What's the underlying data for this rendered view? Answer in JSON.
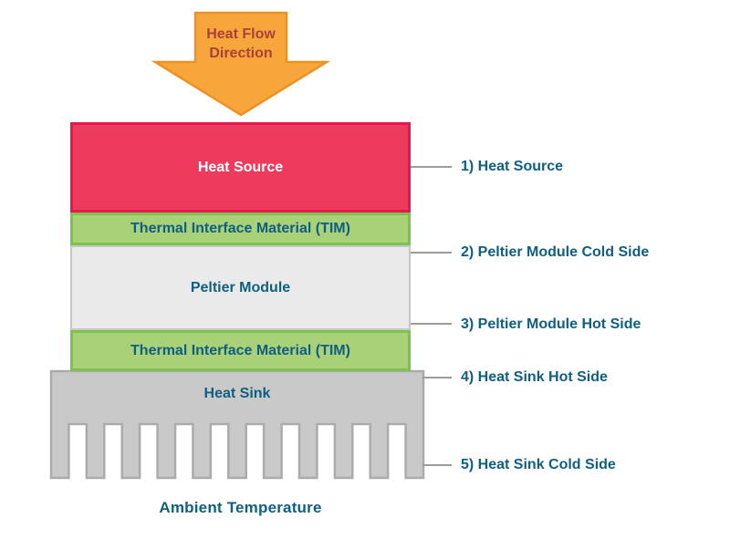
{
  "arrow": {
    "label": "Heat Flow Direction"
  },
  "stack": {
    "layers": [
      {
        "name": "heat-source",
        "label": "Heat Source"
      },
      {
        "name": "tim-top",
        "label": "Thermal Interface Material (TIM)"
      },
      {
        "name": "peltier-module",
        "label": "Peltier Module"
      },
      {
        "name": "tim-bottom",
        "label": "Thermal Interface Material (TIM)"
      },
      {
        "name": "heat-sink",
        "label": "Heat Sink"
      }
    ]
  },
  "callouts": [
    {
      "label": "1) Heat Source"
    },
    {
      "label": "2) Peltier Module Cold Side"
    },
    {
      "label": "3) Peltier Module Hot Side"
    },
    {
      "label": "4) Heat Sink Hot Side"
    },
    {
      "label": "5) Heat Sink Cold Side"
    }
  ],
  "footer": {
    "label": "Ambient Temperature"
  },
  "colors": {
    "heat_source_fill": "#ee3a5d",
    "heat_source_border": "#e31a4b",
    "tim_fill": "#a9d178",
    "tim_border": "#7cc24e",
    "peltier_fill": "#eaeaea",
    "peltier_border": "#c7c7c7",
    "heat_sink_fill": "#c9c9c9",
    "heat_sink_border": "#ababab",
    "arrow_fill": "#f7a63b",
    "arrow_border": "#ec9126",
    "arrow_text": "#ab4136",
    "label_text": "#105e80",
    "heat_source_text": "#ffffff",
    "connector_line": "#9c9c9c"
  }
}
